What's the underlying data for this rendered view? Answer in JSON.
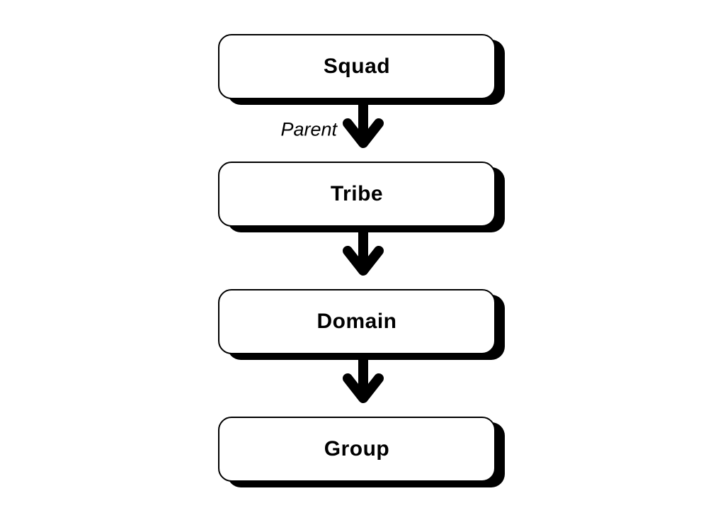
{
  "diagram": {
    "type": "flowchart-vertical",
    "nodes": [
      {
        "label": "Squad"
      },
      {
        "label": "Tribe"
      },
      {
        "label": "Domain"
      },
      {
        "label": "Group"
      }
    ],
    "edges": [
      {
        "from": "Squad",
        "to": "Tribe",
        "label": "Parent"
      },
      {
        "from": "Tribe",
        "to": "Domain",
        "label": ""
      },
      {
        "from": "Domain",
        "to": "Group",
        "label": ""
      }
    ],
    "icons": {
      "connector": "arrow-down-icon"
    },
    "colors": {
      "background": "#ffffff",
      "box_fill": "#ffffff",
      "box_border": "#000000",
      "box_shadow": "#000000",
      "arrow": "#000000",
      "text": "#000000"
    }
  }
}
